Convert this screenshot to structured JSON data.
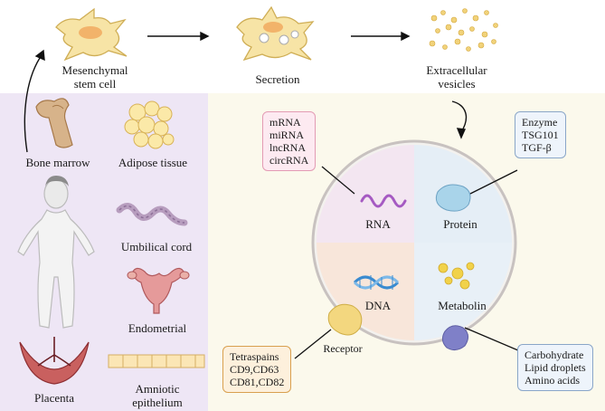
{
  "top_flow": {
    "msc_label": "Mesenchymal\nstem cell",
    "secretion_label": "Secretion",
    "ev_label": "Extracellular\nvesicles"
  },
  "sources": {
    "bone_marrow": "Bone marrow",
    "adipose": "Adipose tissue",
    "umbilical": "Umbilical cord",
    "endometrial": "Endometrial",
    "placenta": "Placenta",
    "amniotic": "Amniotic\nepithelium"
  },
  "vesicle": {
    "rna": "RNA",
    "protein": "Protein",
    "dna": "DNA",
    "metabolin": "Metabolin",
    "receptor": "Receptor"
  },
  "boxes": {
    "rna_list": [
      "mRNA",
      "miRNA",
      "lncRNA",
      "circRNA"
    ],
    "protein_list": [
      "Enzyme",
      "TSG101",
      "TGF-β"
    ],
    "receptor_list": [
      "Tetraspains",
      "CD9,CD63",
      "CD81,CD82"
    ],
    "metabolin_list": [
      "Carbohydrate",
      "Lipid droplets",
      "Amino acids"
    ]
  },
  "colors": {
    "left_panel_bg": "#eee6f5",
    "right_panel_bg": "#fbf9ec",
    "rna_quadrant": "#f3e6f1",
    "protein_quadrant": "#e5eef6",
    "dna_quadrant": "#f8e6da",
    "metabolin_quadrant": "#e8f0f7"
  }
}
